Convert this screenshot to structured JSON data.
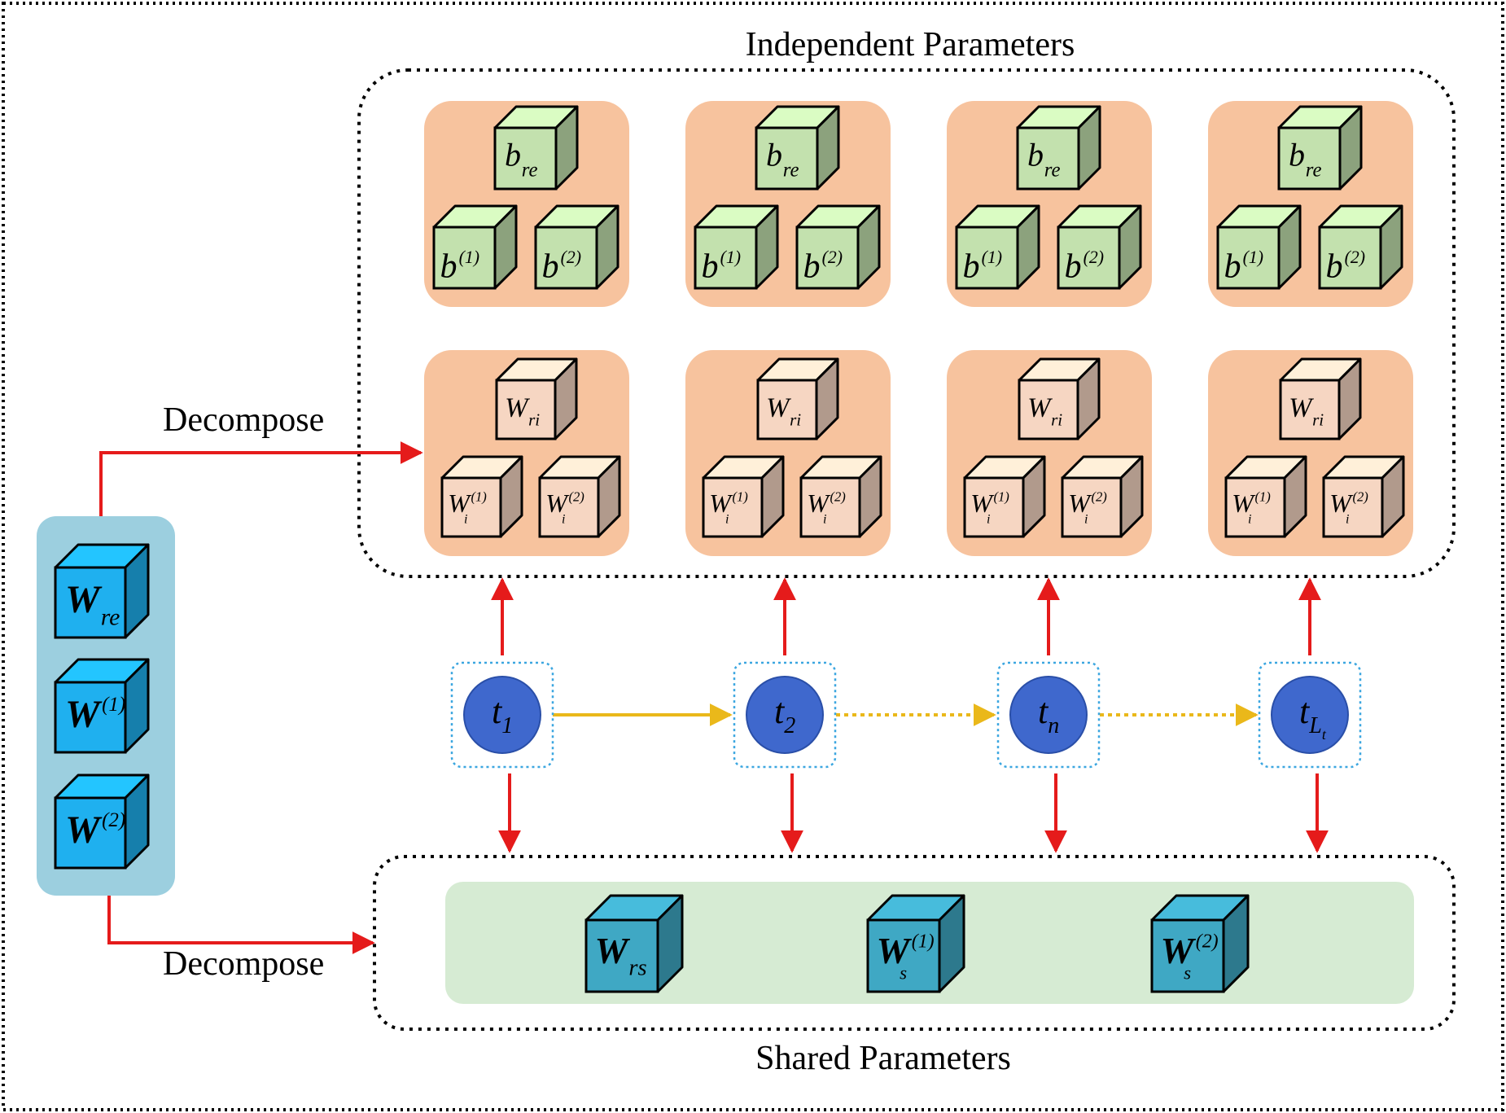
{
  "labels": {
    "independent_title": "Independent Parameters",
    "shared_title": "Shared Parameters",
    "decompose_top": "Decompose",
    "decompose_bottom": "Decompose"
  },
  "colors": {
    "frame": "#000000",
    "left_panel": "#9ccfdf",
    "cube_blue": "#1fb0ef",
    "group_orange": "#f7c39e",
    "cube_green": "#c3e1ae",
    "cube_peach": "#f6d6c2",
    "shared_panel": "#d6ebd3",
    "cube_teal": "#3fa8c4",
    "node_fill": "#3f68cd",
    "node_box": "#3ba6e0",
    "arrow_red": "#e51b1b",
    "arrow_yellow": "#eab81a"
  },
  "left_stack": [
    {
      "main": "W",
      "sub": "re",
      "sup": ""
    },
    {
      "main": "W",
      "sub": "",
      "sup": "(1)"
    },
    {
      "main": "W",
      "sub": "",
      "sup": "(2)"
    }
  ],
  "bias_cubes": [
    {
      "main": "b",
      "sub": "re",
      "sup": ""
    },
    {
      "main": "b",
      "sub": "",
      "sup": "(1)"
    },
    {
      "main": "b",
      "sub": "",
      "sup": "(2)"
    }
  ],
  "weight_cubes": [
    {
      "main": "W",
      "sub": "ri",
      "sup": ""
    },
    {
      "main": "W",
      "sub": "i",
      "sup": "(1)"
    },
    {
      "main": "W",
      "sub": "i",
      "sup": "(2)"
    }
  ],
  "time_nodes": [
    {
      "main": "t",
      "sub": "1",
      "subsub": ""
    },
    {
      "main": "t",
      "sub": "2",
      "subsub": ""
    },
    {
      "main": "t",
      "sub": "n",
      "subsub": ""
    },
    {
      "main": "t",
      "sub": "L",
      "subsub": "t"
    }
  ],
  "shared_cubes": [
    {
      "main": "W",
      "sub": "rs",
      "sup": ""
    },
    {
      "main": "W",
      "sub": "s",
      "sup": "(1)"
    },
    {
      "main": "W",
      "sub": "s",
      "sup": "(2)"
    }
  ]
}
